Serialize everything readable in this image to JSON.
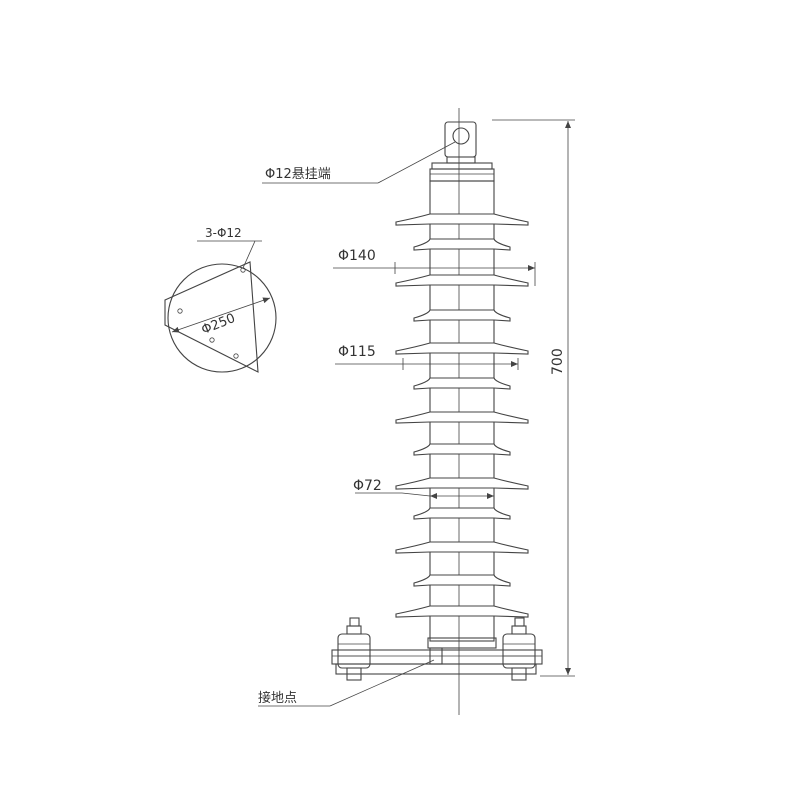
{
  "labels": {
    "hanging_end": "Φ12悬挂端",
    "hole_pattern": "3-Φ12",
    "base_diameter": "Φ250",
    "shed_large": "Φ140",
    "shed_small": "Φ115",
    "core": "Φ72",
    "height": "700",
    "grounding_point": "接地点"
  },
  "colors": {
    "line": "#444444",
    "text": "#333333",
    "background": "#ffffff"
  }
}
